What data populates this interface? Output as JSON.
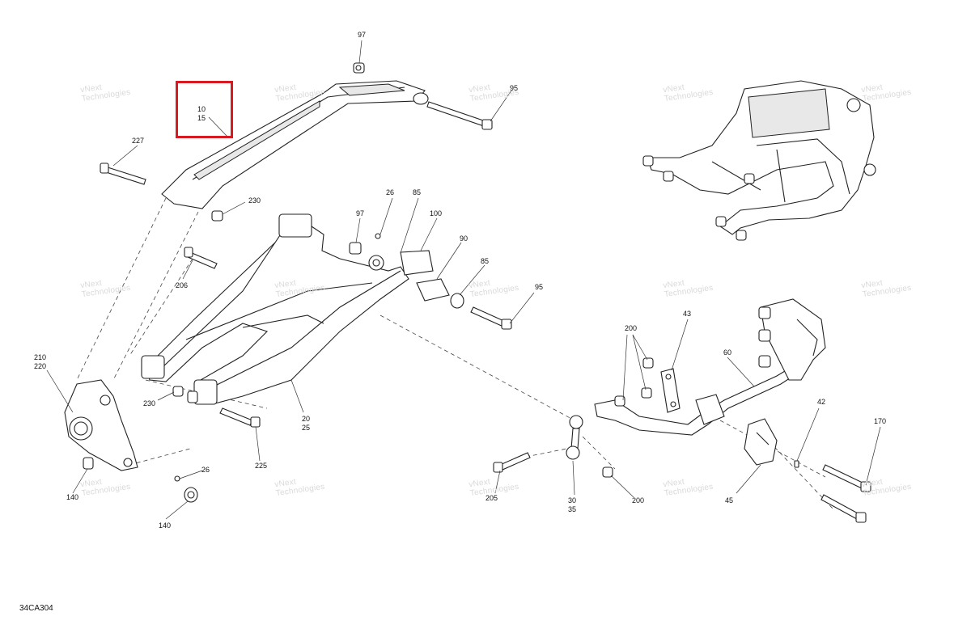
{
  "diagram_id": "34CA304",
  "watermark": {
    "line1": "vNext",
    "line2": "Technologies"
  },
  "highlight_callout": {
    "line1": "10",
    "line2": "15"
  },
  "callouts": [
    {
      "id": "c97a",
      "text": "97"
    },
    {
      "id": "c95a",
      "text": "95"
    },
    {
      "id": "c227",
      "text": "227"
    },
    {
      "id": "c230a",
      "text": "230"
    },
    {
      "id": "c26a",
      "text": "26"
    },
    {
      "id": "c85a",
      "text": "85"
    },
    {
      "id": "c97b",
      "text": "97"
    },
    {
      "id": "c100",
      "text": "100"
    },
    {
      "id": "c90",
      "text": "90"
    },
    {
      "id": "c85b",
      "text": "85"
    },
    {
      "id": "c206",
      "text": "206"
    },
    {
      "id": "c95b",
      "text": "95"
    },
    {
      "id": "c210",
      "text": "210\n220"
    },
    {
      "id": "c230b",
      "text": "230"
    },
    {
      "id": "c2025",
      "text": "20\n25"
    },
    {
      "id": "c225",
      "text": "225"
    },
    {
      "id": "c26b",
      "text": "26"
    },
    {
      "id": "c140a",
      "text": "140"
    },
    {
      "id": "c140b",
      "text": "140"
    },
    {
      "id": "c200a",
      "text": "200"
    },
    {
      "id": "c43",
      "text": "43"
    },
    {
      "id": "c60",
      "text": "60"
    },
    {
      "id": "c42",
      "text": "42"
    },
    {
      "id": "c170",
      "text": "170"
    },
    {
      "id": "c205",
      "text": "205"
    },
    {
      "id": "c3035",
      "text": "30\n35"
    },
    {
      "id": "c200b",
      "text": "200"
    },
    {
      "id": "c45",
      "text": "45"
    }
  ]
}
